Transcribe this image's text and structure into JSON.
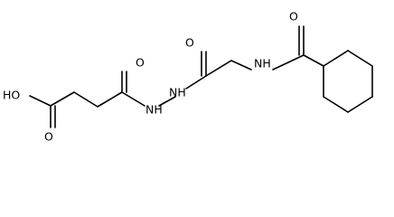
{
  "molecule": {
    "atoms": {
      "ho": "HO",
      "o_acid_carbonyl": "O",
      "o_hydrazide_left": "O",
      "nh_hydrazide_left": "NH",
      "nh_hydrazide_right": "NH",
      "o_hydrazide_right": "O",
      "nh_amide": "NH",
      "o_amide": "O"
    },
    "colors": {
      "bond": "#000000",
      "text": "#000000",
      "background": "#ffffff"
    }
  }
}
